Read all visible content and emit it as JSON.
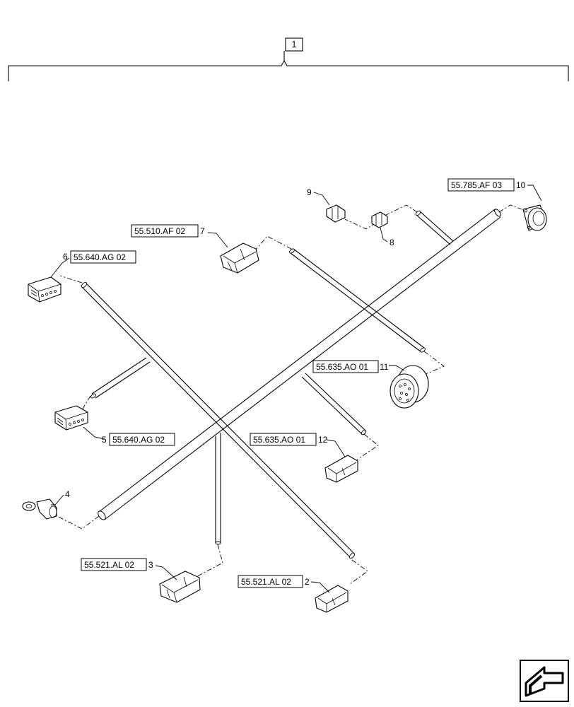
{
  "assembly": {
    "number": "1"
  },
  "items": {
    "i2": {
      "number": "2",
      "ref": "55.521.AL 02"
    },
    "i3": {
      "number": "3",
      "ref": "55.521.AL 02"
    },
    "i4": {
      "number": "4"
    },
    "i5": {
      "number": "5",
      "ref": "55.640.AG 02"
    },
    "i6": {
      "number": "6",
      "ref": "55.640.AG 02"
    },
    "i7": {
      "number": "7",
      "ref": "55.510.AF 02"
    },
    "i8": {
      "number": "8"
    },
    "i9": {
      "number": "9"
    },
    "i10": {
      "number": "10",
      "ref": "55.785.AF 03"
    },
    "i11": {
      "number": "11",
      "ref": "55.635.AO 01"
    },
    "i12": {
      "number": "12",
      "ref": "55.635.AO 01"
    }
  },
  "icons": {
    "nav": "next-page-arrow-icon"
  }
}
